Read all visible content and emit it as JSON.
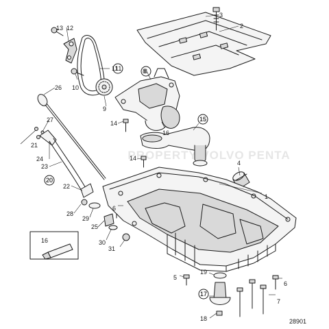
{
  "diagram": {
    "image_number": "28901",
    "watermark": "PROPERTY VOLVO PENTA",
    "callouts": [
      {
        "id": "c1",
        "label": "1"
      },
      {
        "id": "c2",
        "label": "2"
      },
      {
        "id": "c3",
        "label": "3"
      },
      {
        "id": "c4",
        "label": "4"
      },
      {
        "id": "c5",
        "label": "5"
      },
      {
        "id": "c6a",
        "label": "6"
      },
      {
        "id": "c6b",
        "label": "6"
      },
      {
        "id": "c7",
        "label": "7"
      },
      {
        "id": "c8",
        "label": "8"
      },
      {
        "id": "c9",
        "label": "9"
      },
      {
        "id": "c10",
        "label": "10"
      },
      {
        "id": "c11",
        "label": "11"
      },
      {
        "id": "c12",
        "label": "12"
      },
      {
        "id": "c13",
        "label": "13"
      },
      {
        "id": "c14a",
        "label": "14"
      },
      {
        "id": "c14b",
        "label": "14"
      },
      {
        "id": "c15",
        "label": "15"
      },
      {
        "id": "c16",
        "label": "16"
      },
      {
        "id": "c16box",
        "label": "16"
      },
      {
        "id": "c17",
        "label": "17"
      },
      {
        "id": "c18",
        "label": "18"
      },
      {
        "id": "c19",
        "label": "19"
      },
      {
        "id": "c20",
        "label": "20"
      },
      {
        "id": "c21",
        "label": "21"
      },
      {
        "id": "c22",
        "label": "22"
      },
      {
        "id": "c23",
        "label": "23"
      },
      {
        "id": "c24",
        "label": "24"
      },
      {
        "id": "c25",
        "label": "25"
      },
      {
        "id": "c26",
        "label": "26"
      },
      {
        "id": "c27",
        "label": "27"
      },
      {
        "id": "c28",
        "label": "28"
      },
      {
        "id": "c29",
        "label": "29"
      },
      {
        "id": "c30",
        "label": "30"
      },
      {
        "id": "c31",
        "label": "31"
      }
    ]
  }
}
